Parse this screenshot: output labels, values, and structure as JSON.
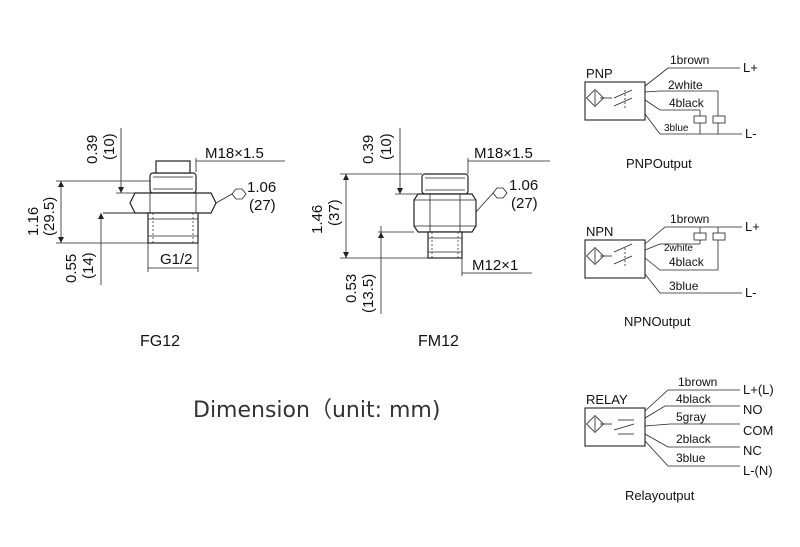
{
  "fg12": {
    "name": "FG12",
    "height_in": "1.16",
    "height_mm": "(29.5)",
    "top_in": "0.39",
    "top_mm": "(10)",
    "bottom_in": "0.55",
    "bottom_mm": "(14)",
    "thread": "M18×1.5",
    "hex_in": "1.06",
    "hex_mm": "(27)",
    "thread_bottom": "G1/2"
  },
  "fm12": {
    "name": "FM12",
    "height_in": "1.46",
    "height_mm": "(37)",
    "top_in": "0.39",
    "top_mm": "(10)",
    "bottom_in": "0.53",
    "bottom_mm": "(13.5)",
    "thread": "M18×1.5",
    "hex_in": "1.06",
    "hex_mm": "(27)",
    "thread_bottom": "M12×1"
  },
  "caption": "Dimension（unit: mm)",
  "pnp": {
    "label": "PNP",
    "wires": [
      "1brown",
      "2white",
      "4black",
      "3blue"
    ],
    "l_plus": "L+",
    "l_minus": "L-",
    "output": "PNPOutput"
  },
  "npn": {
    "label": "NPN",
    "wires": [
      "1brown",
      "2white",
      "4black",
      "3blue"
    ],
    "l_plus": "L+",
    "l_minus": "L-",
    "output": "NPNOutput"
  },
  "relay": {
    "label": "RELAY",
    "wires": [
      "1brown",
      "4black",
      "5gray",
      "2black",
      "3blue"
    ],
    "terminals": [
      "L+(L)",
      "NO",
      "COM",
      "NC",
      "L-(N)"
    ],
    "output": "Relayoutput"
  }
}
